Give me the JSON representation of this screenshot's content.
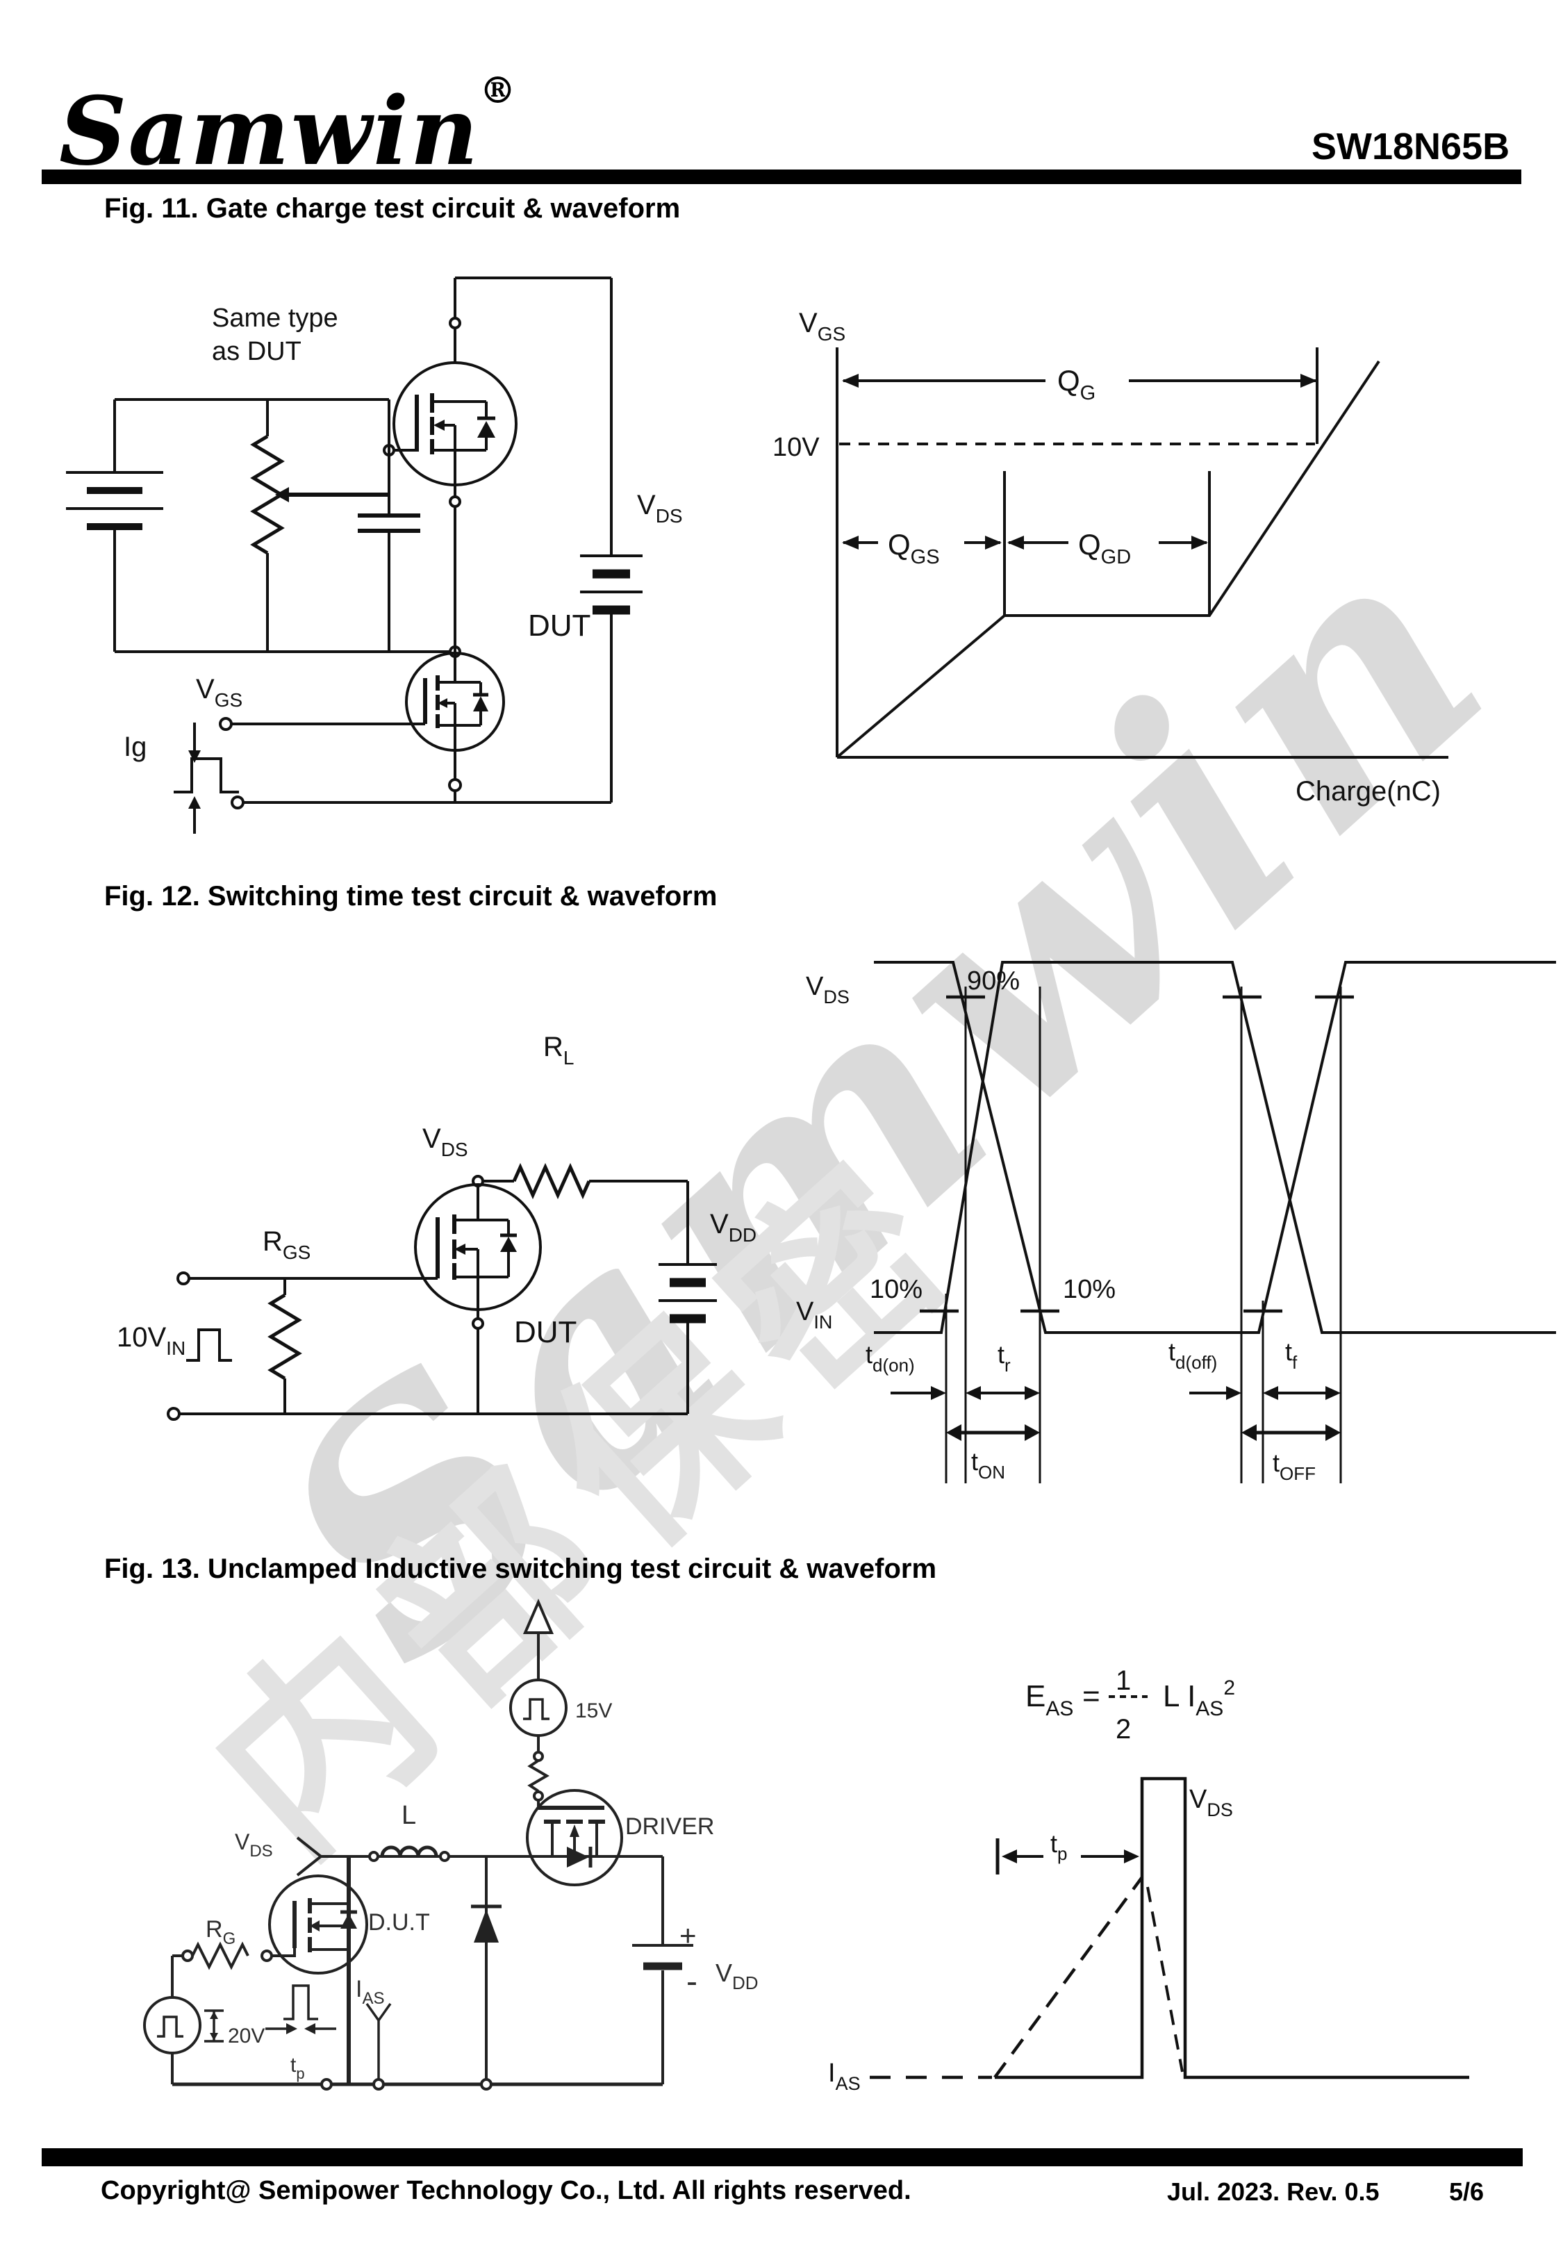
{
  "header": {
    "brand": "Samwin",
    "registered": "®",
    "part_number": "SW18N65B"
  },
  "watermark": {
    "brand": "Samwin",
    "confidential": "内部保密"
  },
  "fig11": {
    "title": "Fig. 11. Gate charge test circuit & waveform",
    "circuit": {
      "same_type_line1": "Same type",
      "same_type_line2": "as DUT",
      "vds": "V",
      "vds_sub": "DS",
      "dut": "DUT",
      "vgs": "V",
      "vgs_sub": "GS",
      "ig": "Ig"
    },
    "waveform": {
      "y_axis": "V",
      "y_axis_sub": "GS",
      "ten_v": "10V",
      "qg": "Q",
      "qg_sub": "G",
      "qgs": "Q",
      "qgs_sub": "GS",
      "qgd": "Q",
      "qgd_sub": "GD",
      "x_axis": "Charge(nC)"
    }
  },
  "fig12": {
    "title": "Fig. 12. Switching time test circuit & waveform",
    "circuit": {
      "rl": "R",
      "rl_sub": "L",
      "rgs": "R",
      "rgs_sub": "GS",
      "vds": "V",
      "vds_sub": "DS",
      "vdd": "V",
      "vdd_sub": "DD",
      "dut": "DUT",
      "vin_prefix": "10V",
      "vin_sub": "IN"
    },
    "waveform": {
      "vds": "V",
      "vds_sub": "DS",
      "vin": "V",
      "vin_sub": "IN",
      "p90": "90%",
      "p10_left": "10%",
      "p10_right": "10%",
      "td_on": "t",
      "td_on_sub": "d(on)",
      "tr": "t",
      "tr_sub": "r",
      "td_off": "t",
      "td_off_sub": "d(off)",
      "tf": "t",
      "tf_sub": "f",
      "t_on": "t",
      "t_on_sub": "ON",
      "t_off": "t",
      "t_off_sub": "OFF"
    }
  },
  "fig13": {
    "title": "Fig. 13. Unclamped Inductive switching test circuit & waveform",
    "circuit": {
      "v15": "15V",
      "driver": "DRIVER",
      "vds": "V",
      "vds_sub": "DS",
      "l": "L",
      "rg": "R",
      "rg_sub": "G",
      "dut": "D.U.T",
      "ias": "I",
      "ias_sub": "AS",
      "v20": "20V",
      "tp": "t",
      "tp_sub": "p",
      "plus": "+",
      "minus": "-",
      "vdd": "V",
      "vdd_sub": "DD"
    },
    "waveform": {
      "eas": "E",
      "eas_sub": "AS",
      "equals": "=",
      "frac_num": "1",
      "frac_den": "2",
      "li": "L I",
      "li_sub": "AS",
      "li_sup": "2",
      "tp": "t",
      "tp_sub": "p",
      "vds": "V",
      "vds_sub": "DS",
      "ias": "I",
      "ias_sub": "AS"
    }
  },
  "footer": {
    "copyright": "Copyright@ Semipower Technology Co., Ltd. All rights reserved.",
    "revision": "Jul. 2023. Rev. 0.5",
    "page": "5/6"
  }
}
